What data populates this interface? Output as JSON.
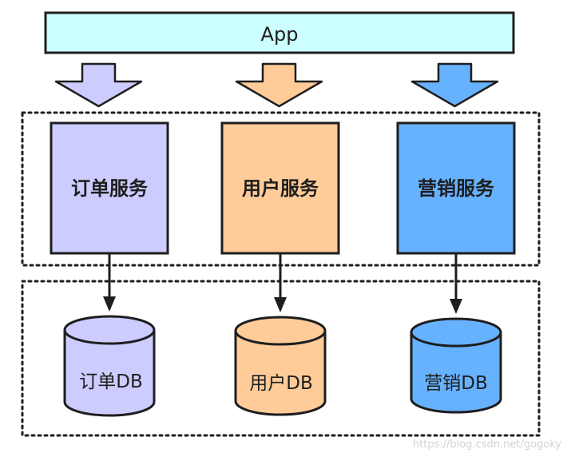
{
  "app": {
    "label": "App",
    "color": "#ccffff"
  },
  "services": [
    {
      "label": "订单服务",
      "color": "#ccccff"
    },
    {
      "label": "用户服务",
      "color": "#ffcc99"
    },
    {
      "label": "营销服务",
      "color": "#66b2ff"
    }
  ],
  "databases": [
    {
      "label": "订单DB",
      "color": "#ccccff"
    },
    {
      "label": "用户DB",
      "color": "#ffcc99"
    },
    {
      "label": "营销DB",
      "color": "#66b2ff"
    }
  ],
  "watermark": "https://blog.csdn.net/gogoky"
}
